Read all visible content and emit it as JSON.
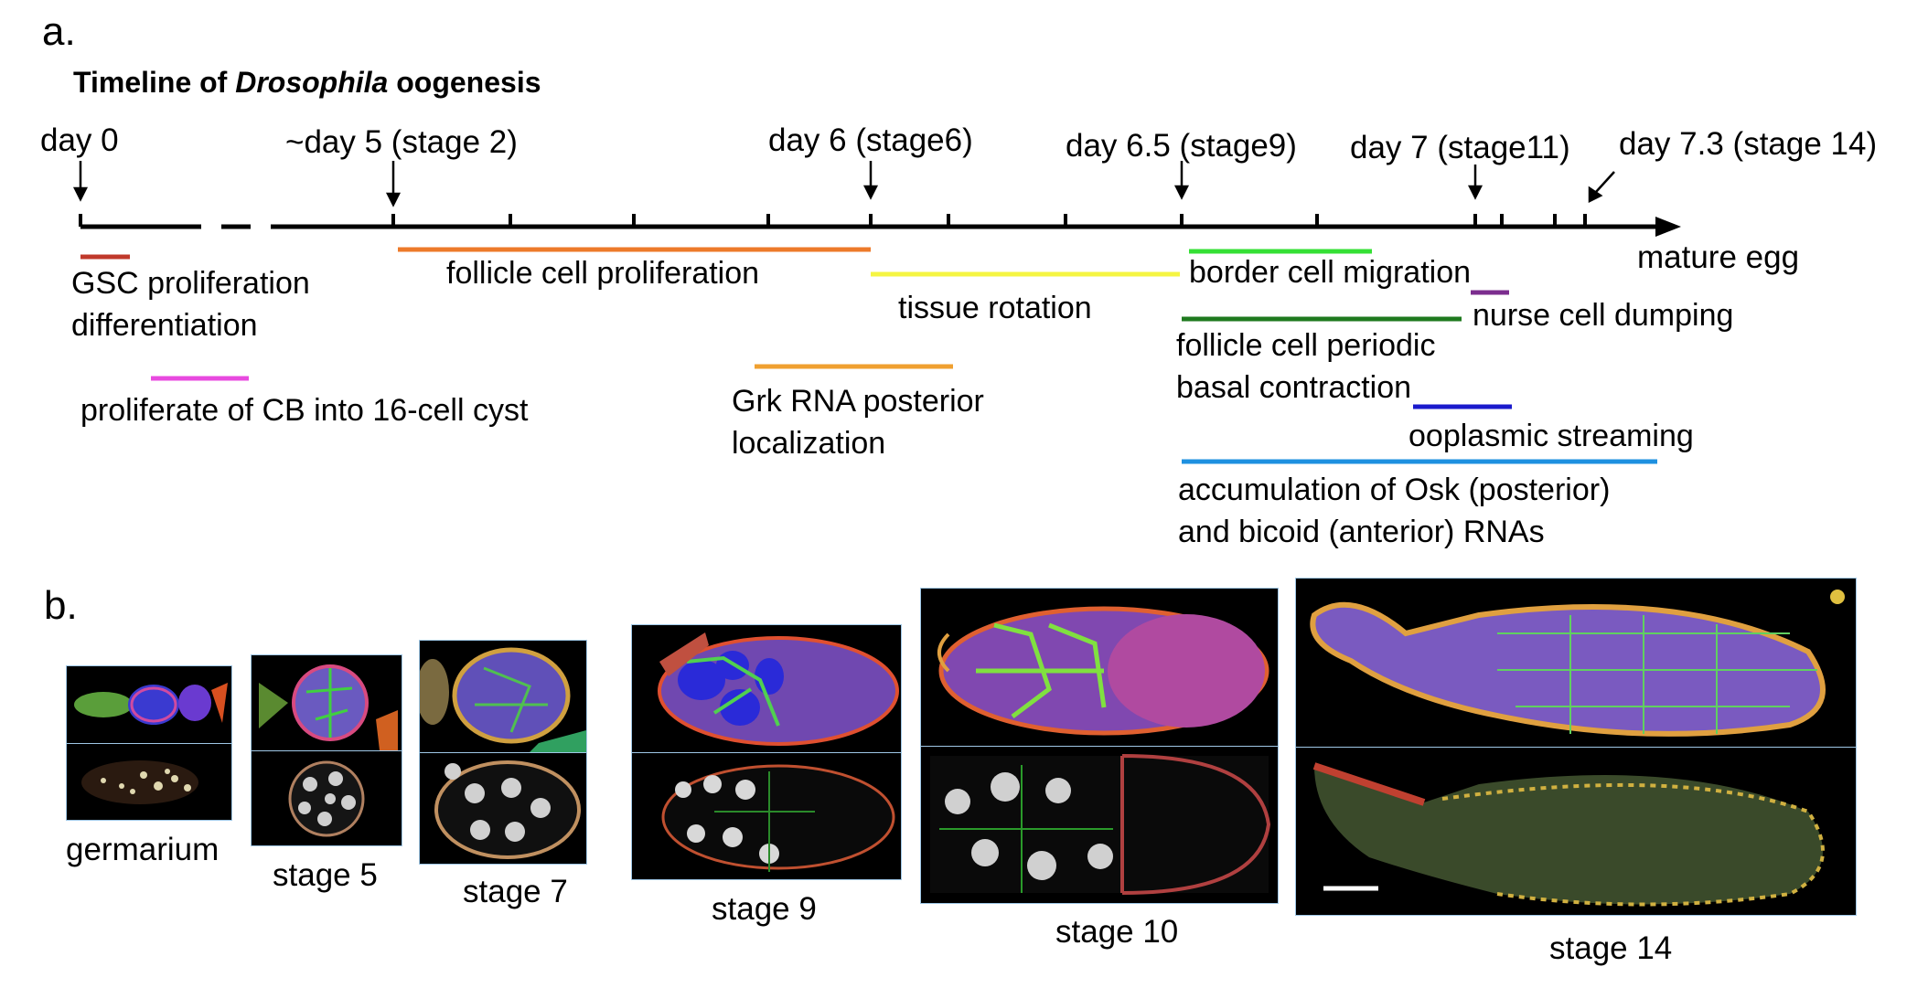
{
  "panel_a_letter": "a.",
  "panel_b_letter": "b.",
  "timeline": {
    "title_prefix": "Timeline of ",
    "title_italic": "Drosophila",
    "title_suffix": " oogenesis",
    "day_labels": [
      "day 0",
      "~day 5 (stage 2)",
      "day 6 (stage6)",
      "day 6.5 (stage9)",
      "day 7 (stage11)",
      "day 7.3 (stage 14)"
    ],
    "end_label": "mature egg",
    "events": [
      {
        "lines": [
          "GSC proliferation",
          "differentiation"
        ],
        "color": "#c0392b"
      },
      {
        "lines": [
          "proliferate of CB into 16-cell cyst"
        ],
        "color": "#e84adf"
      },
      {
        "lines": [
          "follicle cell proliferation"
        ],
        "color": "#ed7a2a"
      },
      {
        "lines": [
          "Grk RNA posterior",
          "localization"
        ],
        "color": "#f0a030"
      },
      {
        "lines": [
          "tissue rotation"
        ],
        "color": "#f5f542"
      },
      {
        "lines": [
          "border cell migration"
        ],
        "color": "#35e035"
      },
      {
        "lines": [
          "follicle cell periodic",
          "basal contraction"
        ],
        "color": "#1f7a1f"
      },
      {
        "lines": [
          "nurse cell dumping"
        ],
        "color": "#7b2d8e"
      },
      {
        "lines": [
          "ooplasmic streaming"
        ],
        "color": "#1a1acc"
      },
      {
        "lines": [
          "accumulation of Osk (posterior)",
          "and bicoid (anterior) RNAs"
        ],
        "color": "#1e90e0"
      }
    ]
  },
  "stages": [
    "germarium",
    "stage 5",
    "stage 7",
    "stage 9",
    "stage 10",
    "stage 14"
  ]
}
